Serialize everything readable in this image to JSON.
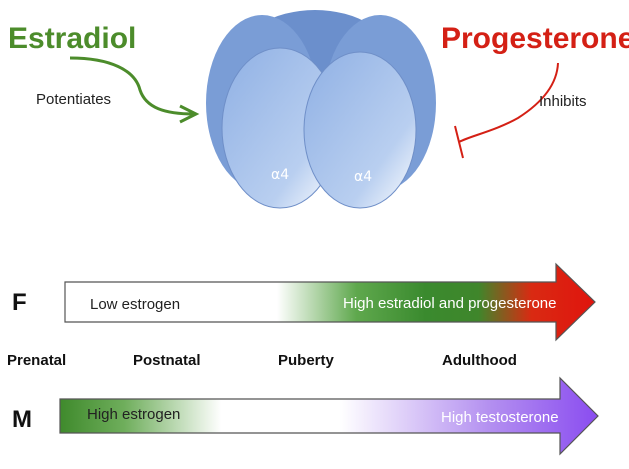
{
  "top": {
    "estradiol": "Estradiol",
    "progesterone": "Progesterone",
    "potentiates": "Potentiates",
    "inhibits": "Inhibits",
    "subunit_left": "α4",
    "subunit_right": "α4"
  },
  "colors": {
    "estradiol": "#4c8c2b",
    "progesterone": "#d42015",
    "receptor_back": "#6f94cf",
    "receptor_front": "#9fbce8",
    "female_green": "#3a8a2e",
    "female_red": "#e0140e",
    "male_green": "#3f8a2c",
    "male_purple": "#8a4cf0"
  },
  "timeline": {
    "female_label": "F",
    "male_label": "M",
    "stages": [
      "Prenatal",
      "Postnatal",
      "Puberty",
      "Adulthood"
    ],
    "female_left": "Low estrogen",
    "female_right": "High estradiol and progesterone",
    "male_left": "High estrogen",
    "male_right": "High testosterone"
  }
}
